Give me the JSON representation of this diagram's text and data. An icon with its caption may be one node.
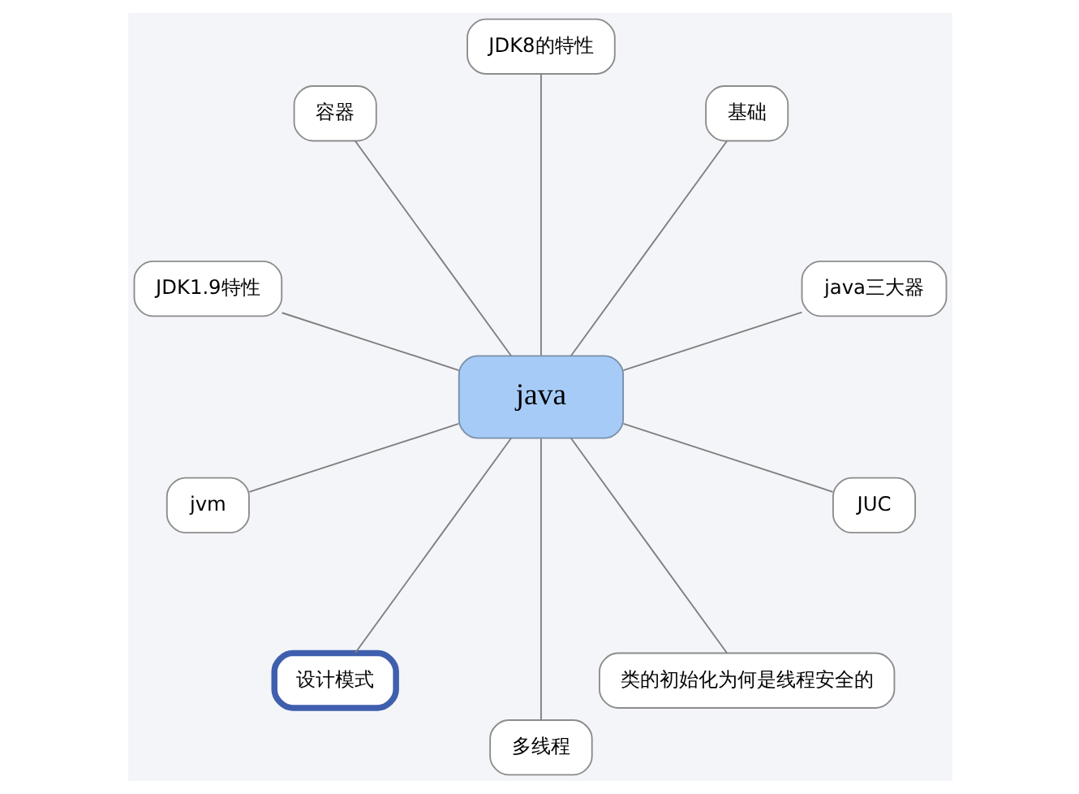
{
  "diagram": {
    "nodes": [
      {
        "text": [
          "java"
        ]
      },
      {
        "text": [
          "java三大器"
        ]
      },
      {
        "text": [
          "基础"
        ]
      },
      {
        "text": [
          "JDK8的特性"
        ]
      },
      {
        "text": [
          "容器"
        ]
      },
      {
        "text": [
          "JDK1.9特性"
        ]
      },
      {
        "text": [
          "jvm"
        ]
      },
      {
        "text": [
          "设计模式"
        ]
      },
      {
        "text": [
          "多线程"
        ]
      },
      {
        "text": [
          "类的初始化为何是线程安全的"
        ]
      },
      {
        "text": [
          "JUC"
        ]
      }
    ],
    "edges": [
      {
        "from": 0,
        "to": 2,
        "arrow": "none"
      },
      {
        "from": 0,
        "to": 4,
        "arrow": "none"
      },
      {
        "from": 0,
        "to": 6,
        "arrow": "none"
      },
      {
        "from": 0,
        "to": 8,
        "arrow": "none"
      },
      {
        "from": 0,
        "to": 10,
        "arrow": "none"
      },
      {
        "from": 0,
        "to": 9,
        "arrow": "none"
      },
      {
        "from": 0,
        "to": 7,
        "arrow": "none"
      },
      {
        "from": 0,
        "to": 5,
        "arrow": "none"
      },
      {
        "from": 0,
        "to": 3,
        "arrow": "none"
      },
      {
        "from": 0,
        "to": 1,
        "arrow": "none"
      }
    ]
  }
}
